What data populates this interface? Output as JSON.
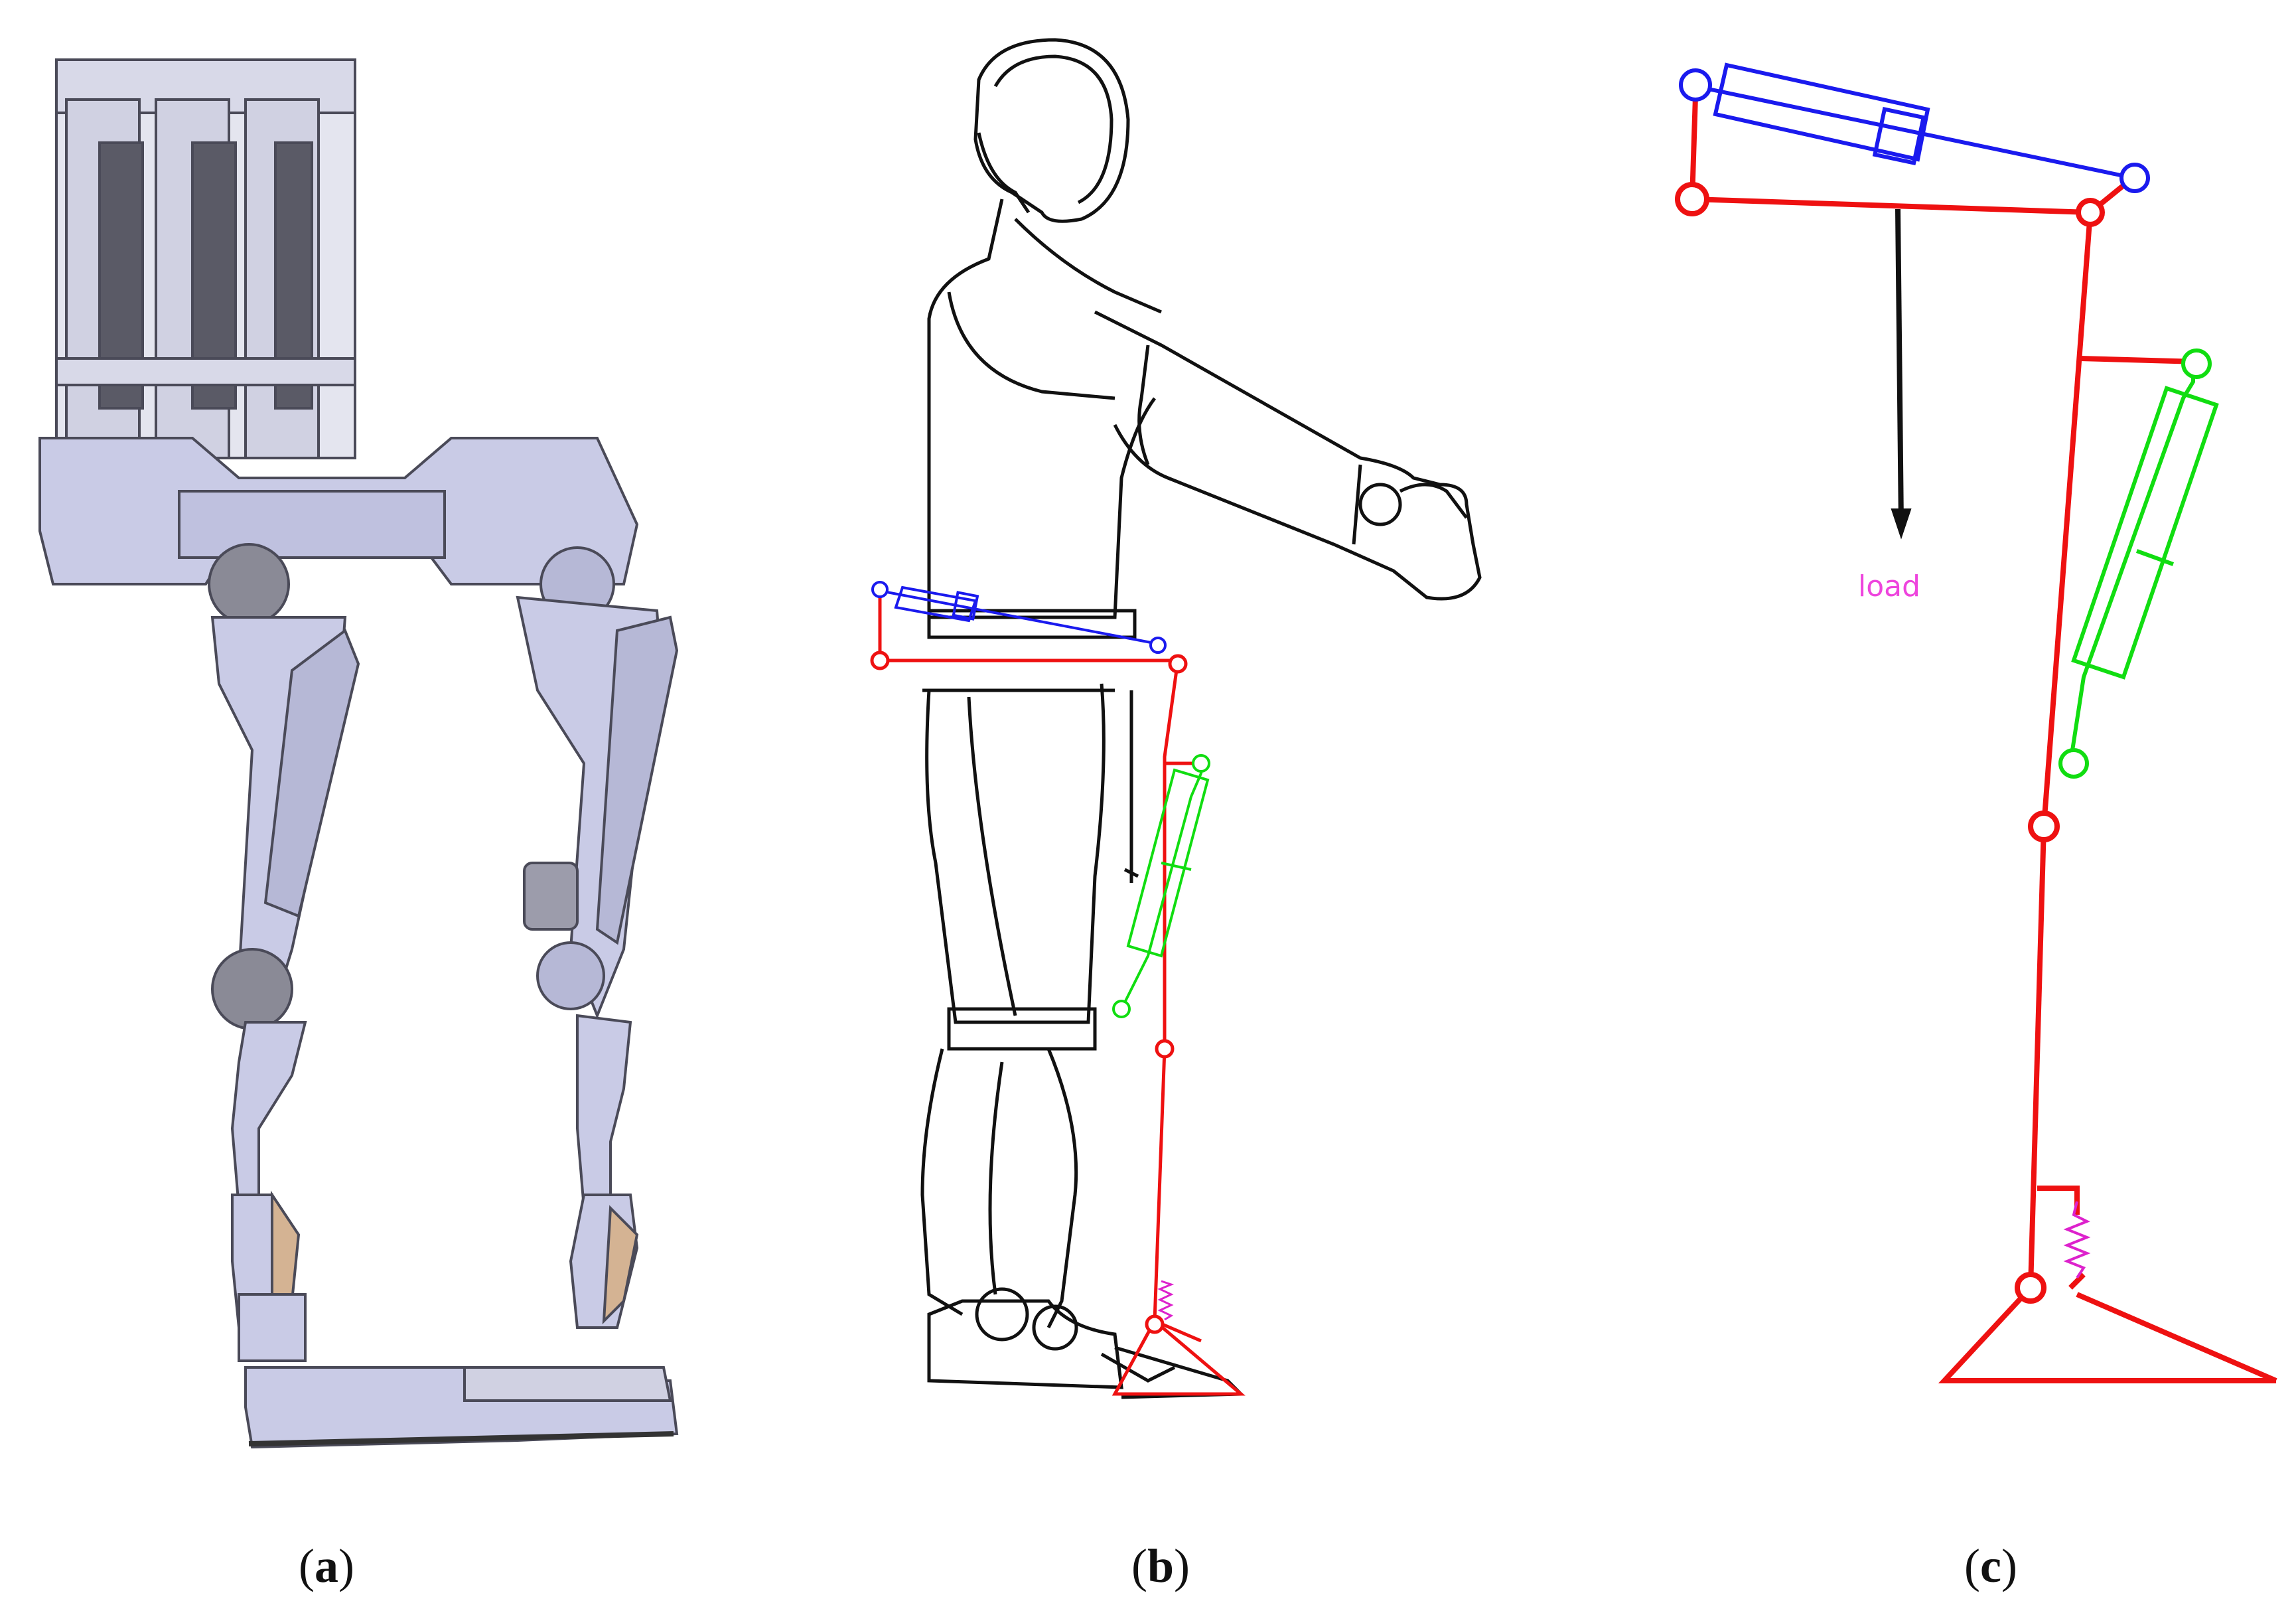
{
  "figure": {
    "panels": [
      {
        "id": "a",
        "letter": "a",
        "paren_open": "(",
        "paren_close": ")",
        "description_icon": "exoskeleton-cad-render"
      },
      {
        "id": "b",
        "letter": "b",
        "paren_open": "(",
        "paren_close": ")",
        "description_icon": "human-with-exoskeleton-schematic"
      },
      {
        "id": "c",
        "letter": "c",
        "paren_open": "(",
        "paren_close": ")",
        "description_icon": "kinematic-linkage-diagram"
      }
    ],
    "load_label": "load",
    "colors": {
      "linkage": "#ee1111",
      "hip_actuator": "#1a1aee",
      "knee_actuator": "#11dd11",
      "spring": "#dd22cc",
      "load_text": "#ee44dd",
      "cad_metal": "#c9cbe6",
      "cad_dark": "#5a5a66",
      "outline": "#111111"
    }
  }
}
